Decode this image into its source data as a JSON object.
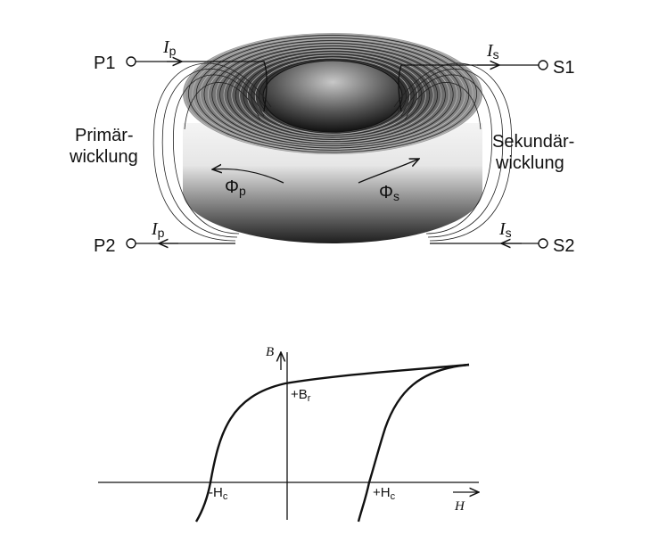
{
  "transformer": {
    "terminals": {
      "p1": "P1",
      "p2": "P2",
      "s1": "S1",
      "s2": "S2"
    },
    "current_primary": {
      "symbol": "I",
      "sub": "p"
    },
    "current_secondary": {
      "symbol": "I",
      "sub": "s"
    },
    "flux_primary": {
      "symbol": "Φ",
      "sub": "p"
    },
    "flux_secondary": {
      "symbol": "Φ",
      "sub": "s"
    },
    "primary_label": {
      "line1": "Primär-",
      "line2": "wicklung"
    },
    "secondary_label": {
      "line1": "Sekundär-",
      "line2": "wicklung"
    }
  },
  "hysteresis": {
    "axis_b": "B",
    "axis_h": "H",
    "remanence": {
      "prefix": "+B",
      "sub": "r"
    },
    "coercive_neg": {
      "prefix": "-H",
      "sub": "c"
    },
    "coercive_pos": {
      "prefix": "+H",
      "sub": "c"
    }
  }
}
